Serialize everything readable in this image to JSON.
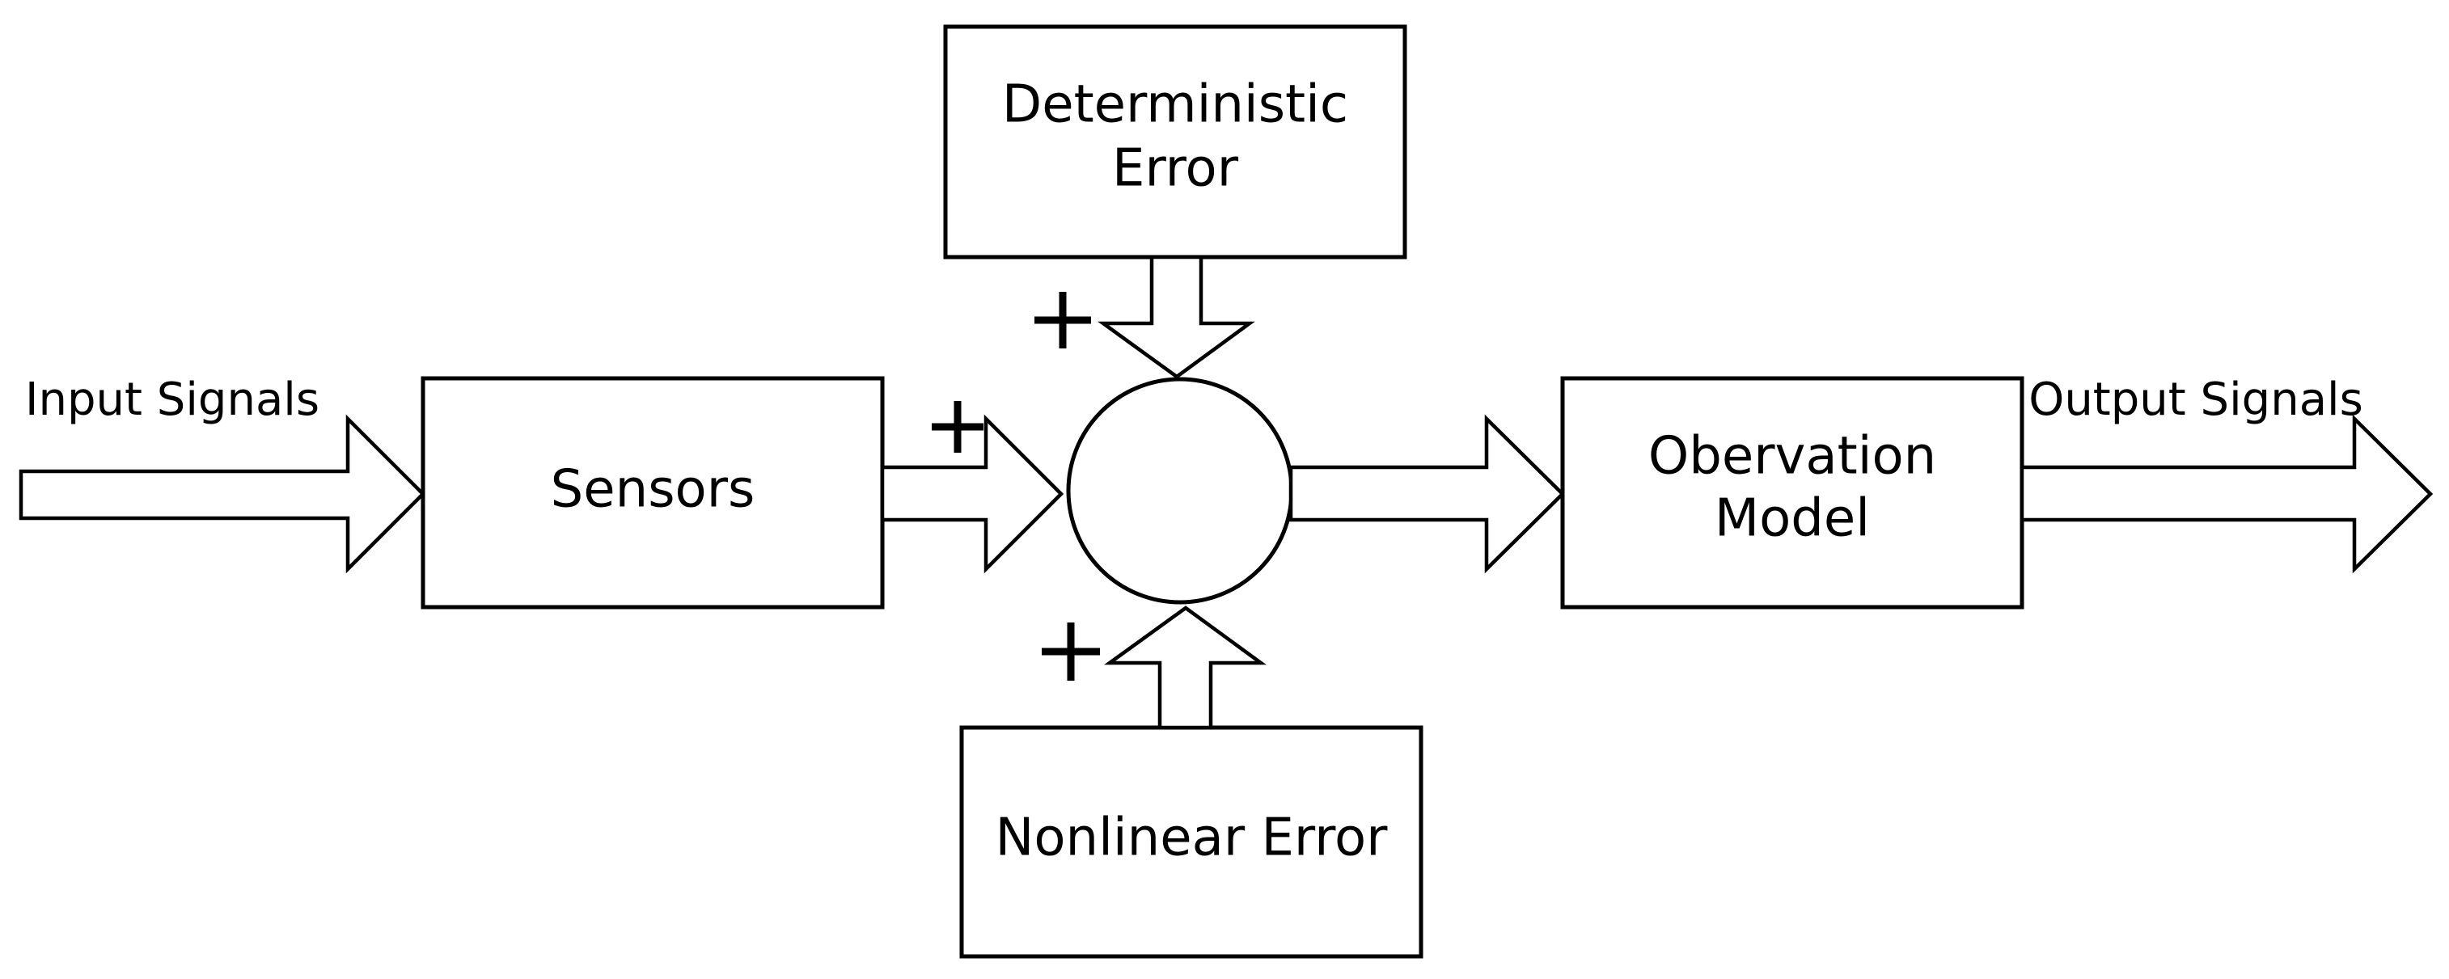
{
  "diagram": {
    "input_label": "Input Signals",
    "output_label": "Output Signals",
    "sensors": "Sensors",
    "deterministic_error": [
      "Deterministic",
      "Error"
    ],
    "nonlinear_error": "Nonlinear Error",
    "observation_model": [
      "Obervation",
      "Model"
    ],
    "signs": {
      "sensors_to_sum": "+",
      "deterministic_to_sum": "+",
      "nonlinear_to_sum": "+"
    }
  }
}
